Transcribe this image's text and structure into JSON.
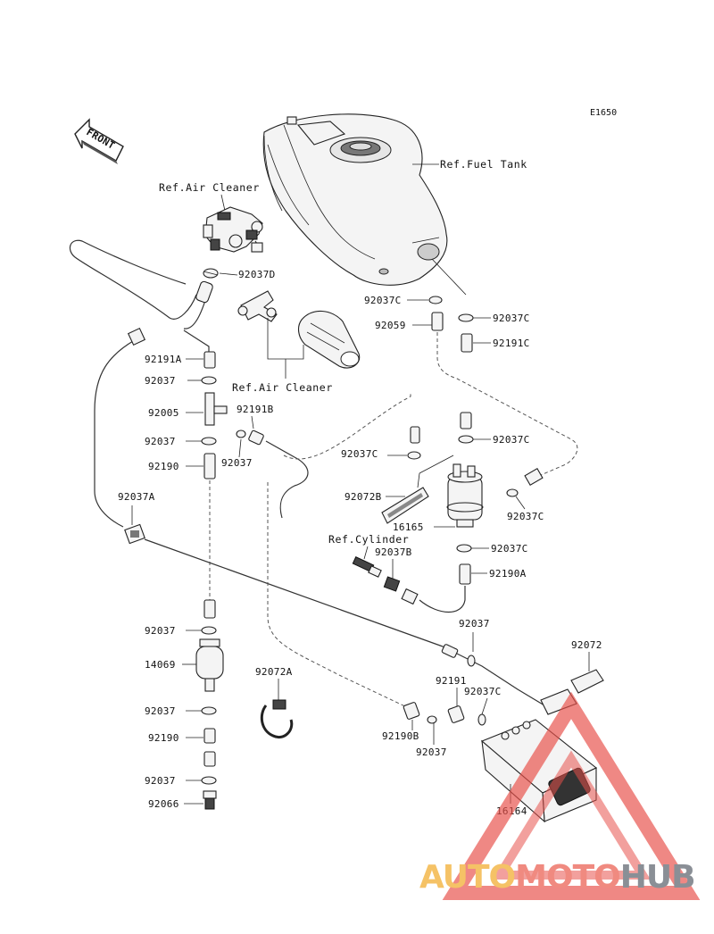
{
  "diagram_code": "E1650",
  "front_marker": "FRONT",
  "ref_labels": {
    "fuel_tank": "Ref.Fuel Tank",
    "air_cleaner_top": "Ref.Air Cleaner",
    "air_cleaner_mid": "Ref.Air Cleaner",
    "cylinder": "Ref.Cylinder"
  },
  "part_labels": {
    "p92037D": "92037D",
    "p92037C_a": "92037C",
    "p92059": "92059",
    "p92037C_b": "92037C",
    "p92191C": "92191C",
    "p92191A": "92191A",
    "p92037_a": "92037",
    "p92005": "92005",
    "p92191B": "92191B",
    "p92037_b": "92037",
    "p92037_c": "92037",
    "p92190_a": "92190",
    "p92037C_c": "92037C",
    "p92037C_d": "92037C",
    "p92072B": "92072B",
    "p16165": "16165",
    "p92037C_e": "92037C",
    "p92037A": "92037A",
    "p92037B": "92037B",
    "p92037C_f": "92037C",
    "p92190A": "92190A",
    "p92037_d": "92037",
    "p92037_e": "92037",
    "p92072": "92072",
    "p14069": "14069",
    "p92072A": "92072A",
    "p92191": "92191",
    "p92037C_g": "92037C",
    "p92037_f": "92037",
    "p92190_b": "92190",
    "p92190B": "92190B",
    "p92037_g": "92037",
    "p92037_h": "92037",
    "p16164": "16164",
    "p92066": "92066"
  },
  "watermark": {
    "part1": "AUTO",
    "part2": "MOTO",
    "part3": "HUB",
    "color_auto": "#f5c266",
    "color_moto": "#f08a80",
    "color_hub": "#8a8f96",
    "logo_color": "#e8504a"
  }
}
